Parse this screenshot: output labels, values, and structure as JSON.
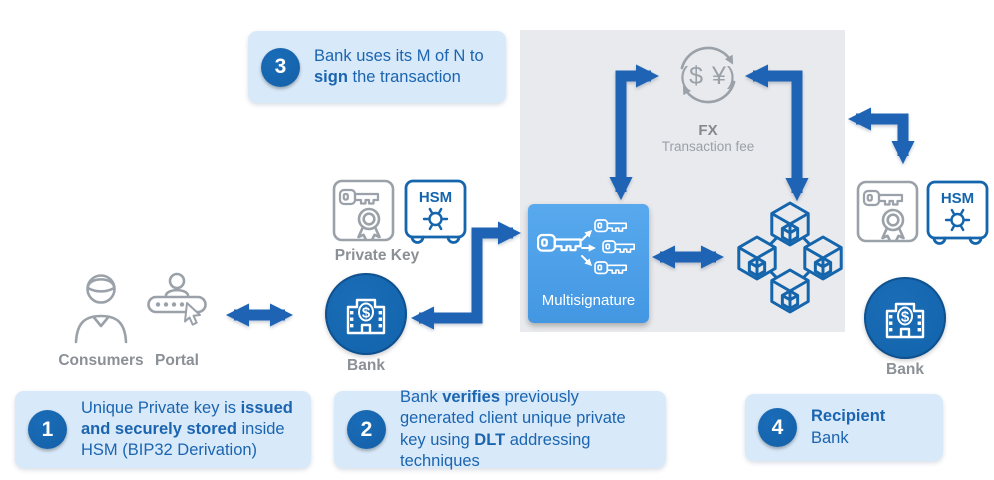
{
  "colors": {
    "canvas_bg": "#ffffff",
    "panel_gray": "#e9eaed",
    "callout_bg": "#d8e9f9",
    "number_circle": "#1460a8",
    "text_blue": "#1b65b0",
    "arrow_blue": "#1f63b4",
    "multisig_blue": "#4397e2",
    "icon_blue": "#1565ad",
    "icon_gray": "#9aa1a9",
    "label_gray": "#8b9096",
    "bank_blue": "#1263ac"
  },
  "callouts": [
    {
      "number": "1",
      "segments": [
        {
          "text": "Unique Private key is ",
          "bold": false
        },
        {
          "text": "issued and securely stored",
          "bold": true
        },
        {
          "text": " inside HSM (BIP32 Derivation)",
          "bold": false
        }
      ]
    },
    {
      "number": "2",
      "segments": [
        {
          "text": "Bank ",
          "bold": false
        },
        {
          "text": "verifies",
          "bold": true
        },
        {
          "text": " previously generated client unique private key using ",
          "bold": false
        },
        {
          "text": "DLT",
          "bold": true
        },
        {
          "text": " addressing techniques",
          "bold": false
        }
      ]
    },
    {
      "number": "3",
      "segments": [
        {
          "text": "Bank uses its M of N to ",
          "bold": false
        },
        {
          "text": "sign",
          "bold": true
        },
        {
          "text": " the transaction",
          "bold": false
        }
      ]
    },
    {
      "number": "4",
      "line1": "Recipient",
      "line2": "Bank"
    }
  ],
  "diagram": {
    "consumers_label": "Consumers",
    "portal_label": "Portal",
    "bank_label_left": "Bank",
    "bank_label_right": "Bank",
    "bank_symbol": "$",
    "private_key_label": "Private Key",
    "hsm_label": "HSM",
    "multisig_label": "Multisignature",
    "fx": {
      "title": "FX",
      "subtitle": "Transaction fee",
      "symbols": "($ ¥)"
    },
    "icons": {
      "consumers": "person-outline",
      "portal": "password-field-with-cursor",
      "bank": "bank-building-with-dollar",
      "private_key": "key-with-certificate-seal",
      "hsm": "safe-with-dial",
      "fx": "currency-exchange-cycle",
      "multisignature": "key-fanout-to-three-keys",
      "dlt": "blockchain-linked-cubes"
    }
  }
}
